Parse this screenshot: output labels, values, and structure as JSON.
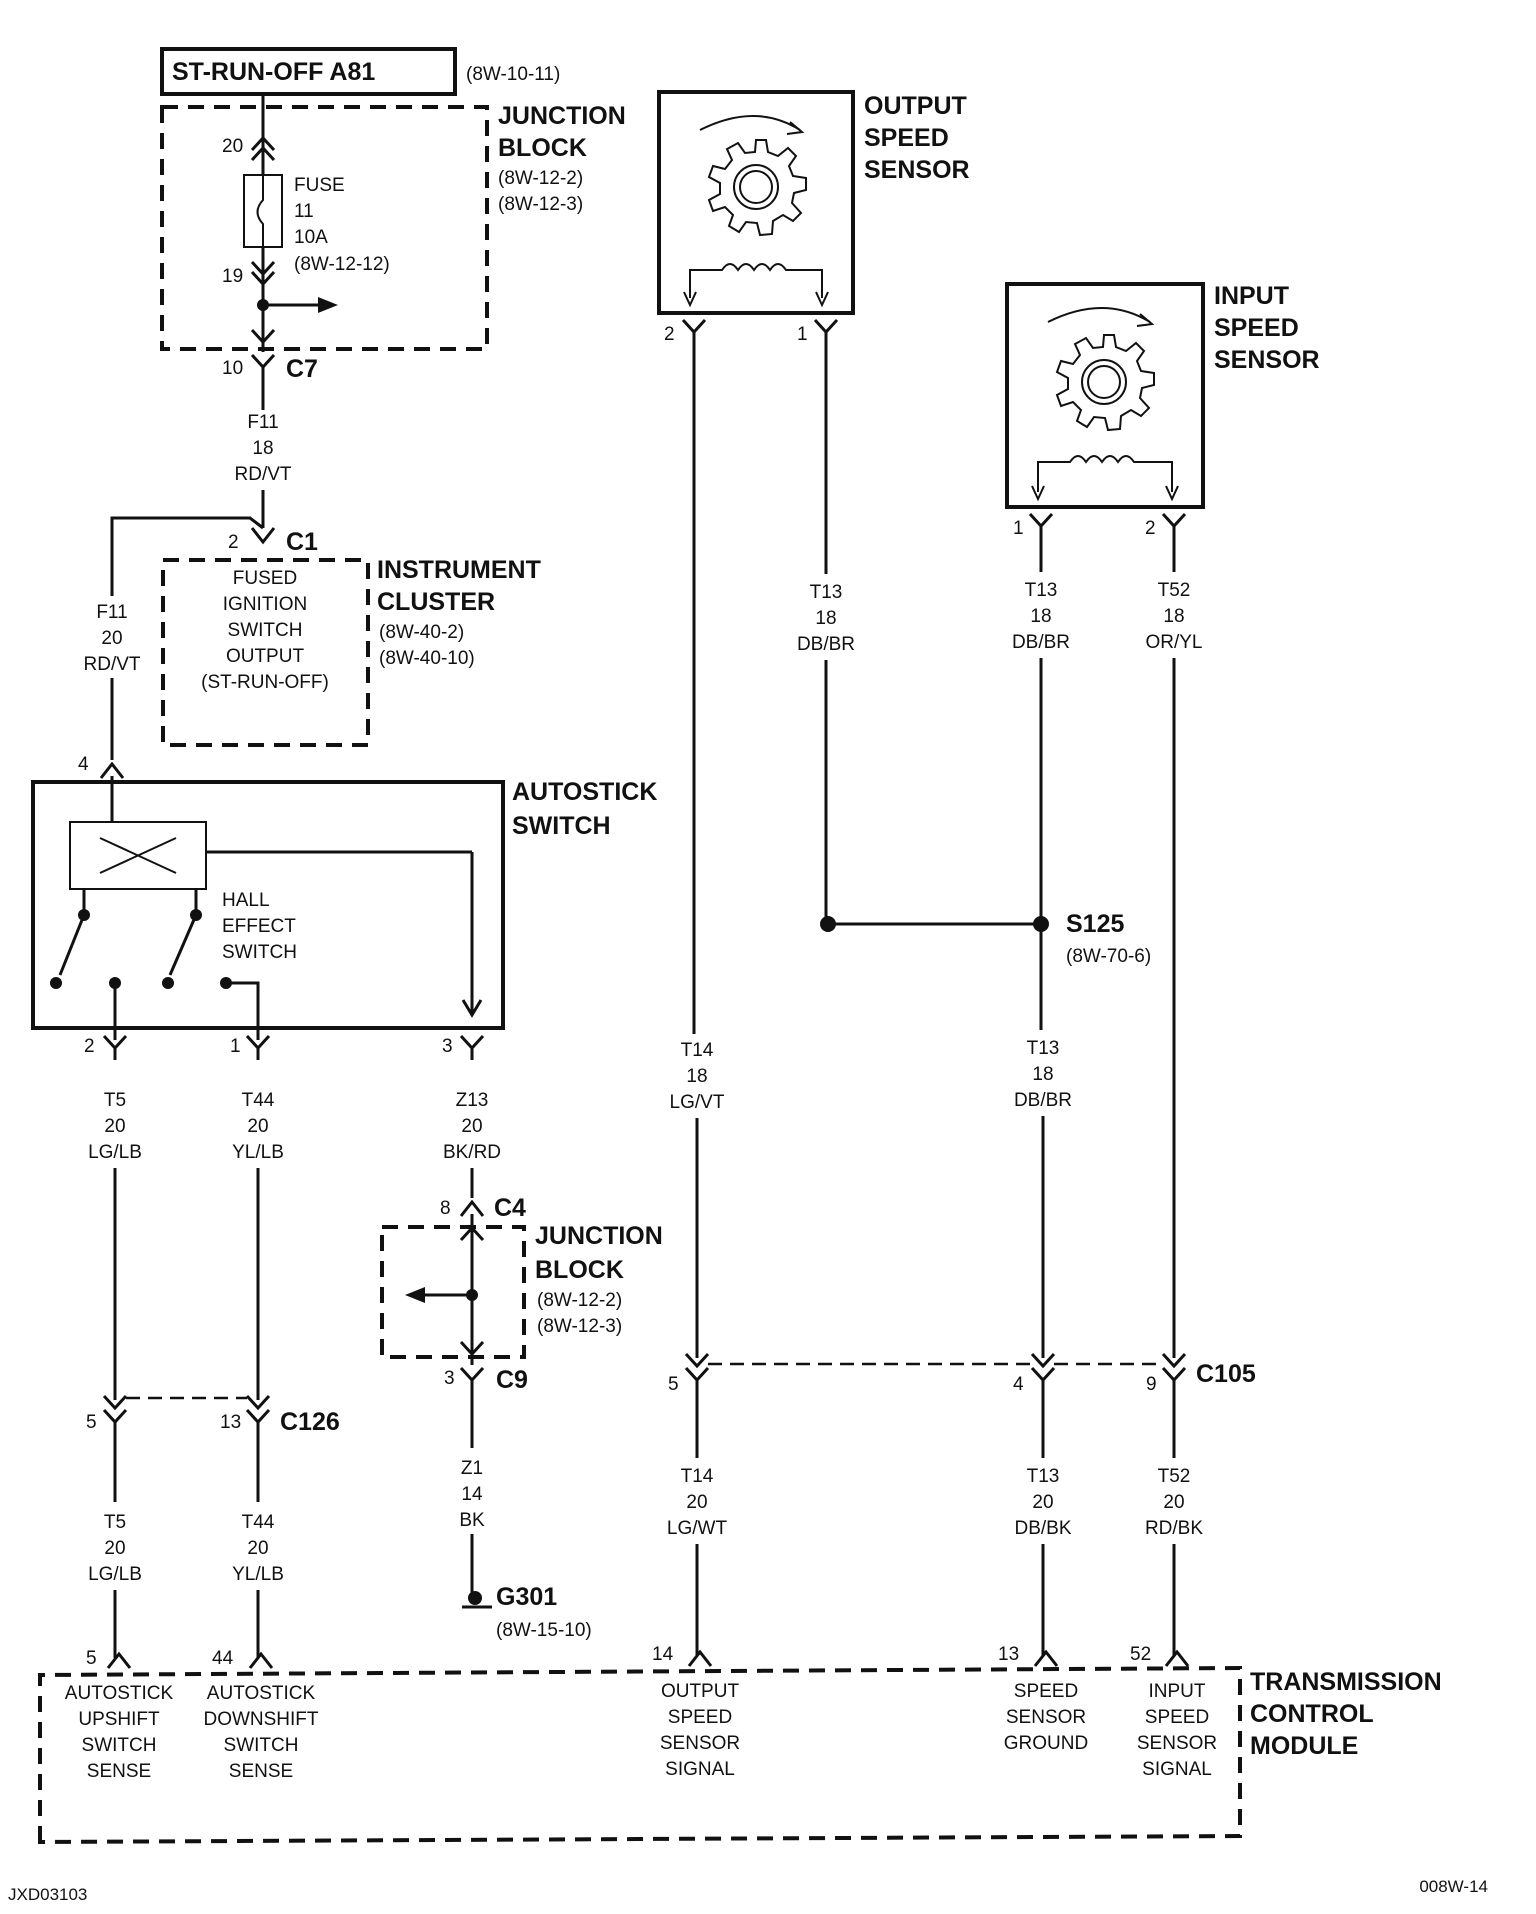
{
  "diagram": {
    "top_box_label": "ST-RUN-OFF A81",
    "top_box_ref": "(8W-10-11)",
    "junction_block_1": {
      "title1": "JUNCTION",
      "title2": "BLOCK",
      "ref1": "(8W-12-2)",
      "ref2": "(8W-12-3)"
    },
    "fuse": {
      "line1": "FUSE",
      "line2": "11",
      "line3": "10A",
      "line4": "(8W-12-12)",
      "pin_in": "20",
      "pin_out": "19"
    },
    "c7": {
      "pin": "10",
      "name": "C7"
    },
    "wire_f11_18": {
      "circuit": "F11",
      "gauge": "18",
      "color": "RD/VT"
    },
    "c1": {
      "pin": "2",
      "name": "C1"
    },
    "instrument_cluster": {
      "title1": "INSTRUMENT",
      "title2": "CLUSTER",
      "ref1": "(8W-40-2)",
      "ref2": "(8W-40-10)",
      "inner1": "FUSED",
      "inner2": "IGNITION",
      "inner3": "SWITCH",
      "inner4": "OUTPUT",
      "inner5": "(ST-RUN-OFF)"
    },
    "wire_f11_20": {
      "circuit": "F11",
      "gauge": "20",
      "color": "RD/VT"
    },
    "autostick_switch": {
      "title1": "AUTOSTICK",
      "title2": "SWITCH",
      "hall1": "HALL",
      "hall2": "EFFECT",
      "hall3": "SWITCH",
      "pin_top": "4",
      "pin_a": "2",
      "pin_b": "1",
      "pin_c": "3"
    },
    "wire_t5_top": {
      "circuit": "T5",
      "gauge": "20",
      "color": "LG/LB"
    },
    "wire_t44_top": {
      "circuit": "T44",
      "gauge": "20",
      "color": "YL/LB"
    },
    "wire_z13": {
      "circuit": "Z13",
      "gauge": "20",
      "color": "BK/RD"
    },
    "c4": {
      "pin": "8",
      "name": "C4"
    },
    "junction_block_2": {
      "title1": "JUNCTION",
      "title2": "BLOCK",
      "ref1": "(8W-12-2)",
      "ref2": "(8W-12-3)"
    },
    "c9": {
      "pin": "3",
      "name": "C9"
    },
    "wire_z1": {
      "circuit": "Z1",
      "gauge": "14",
      "color": "BK"
    },
    "ground": {
      "name": "G301",
      "ref": "(8W-15-10)"
    },
    "c126": {
      "pin_a": "5",
      "pin_b": "13",
      "name": "C126"
    },
    "wire_t5_bot": {
      "circuit": "T5",
      "gauge": "20",
      "color": "LG/LB"
    },
    "wire_t44_bot": {
      "circuit": "T44",
      "gauge": "20",
      "color": "YL/LB"
    },
    "output_speed_sensor": {
      "title1": "OUTPUT",
      "title2": "SPEED",
      "title3": "SENSOR",
      "pin_a": "2",
      "pin_b": "1"
    },
    "input_speed_sensor": {
      "title1": "INPUT",
      "title2": "SPEED",
      "title3": "SENSOR",
      "pin_a": "1",
      "pin_b": "2"
    },
    "wire_t13_oss": {
      "circuit": "T13",
      "gauge": "18",
      "color": "DB/BR"
    },
    "wire_t13_iss": {
      "circuit": "T13",
      "gauge": "18",
      "color": "DB/BR"
    },
    "wire_t52_iss": {
      "circuit": "T52",
      "gauge": "18",
      "color": "OR/YL"
    },
    "splice": {
      "name": "S125",
      "ref": "(8W-70-6)"
    },
    "wire_t14_top": {
      "circuit": "T14",
      "gauge": "18",
      "color": "LG/VT"
    },
    "wire_t13_mid": {
      "circuit": "T13",
      "gauge": "18",
      "color": "DB/BR"
    },
    "c105": {
      "pin_a": "5",
      "pin_b": "4",
      "pin_c": "9",
      "name": "C105"
    },
    "wire_t14_bot": {
      "circuit": "T14",
      "gauge": "20",
      "color": "LG/WT"
    },
    "wire_t13_bot": {
      "circuit": "T13",
      "gauge": "20",
      "color": "DB/BK"
    },
    "wire_t52_bot": {
      "circuit": "T52",
      "gauge": "20",
      "color": "RD/BK"
    },
    "tcm": {
      "title1": "TRANSMISSION",
      "title2": "CONTROL",
      "title3": "MODULE",
      "pin_5": "5",
      "pin_44": "44",
      "pin_14": "14",
      "pin_13": "13",
      "pin_52": "52",
      "up1": "AUTOSTICK",
      "up2": "UPSHIFT",
      "up3": "SWITCH",
      "up4": "SENSE",
      "dn1": "AUTOSTICK",
      "dn2": "DOWNSHIFT",
      "dn3": "SWITCH",
      "dn4": "SENSE",
      "oss1": "OUTPUT",
      "oss2": "SPEED",
      "oss3": "SENSOR",
      "oss4": "SIGNAL",
      "sg1": "SPEED",
      "sg2": "SENSOR",
      "sg3": "GROUND",
      "iss1": "INPUT",
      "iss2": "SPEED",
      "iss3": "SENSOR",
      "iss4": "SIGNAL"
    },
    "footer_left": "JXD03103",
    "footer_right": "008W-14"
  }
}
